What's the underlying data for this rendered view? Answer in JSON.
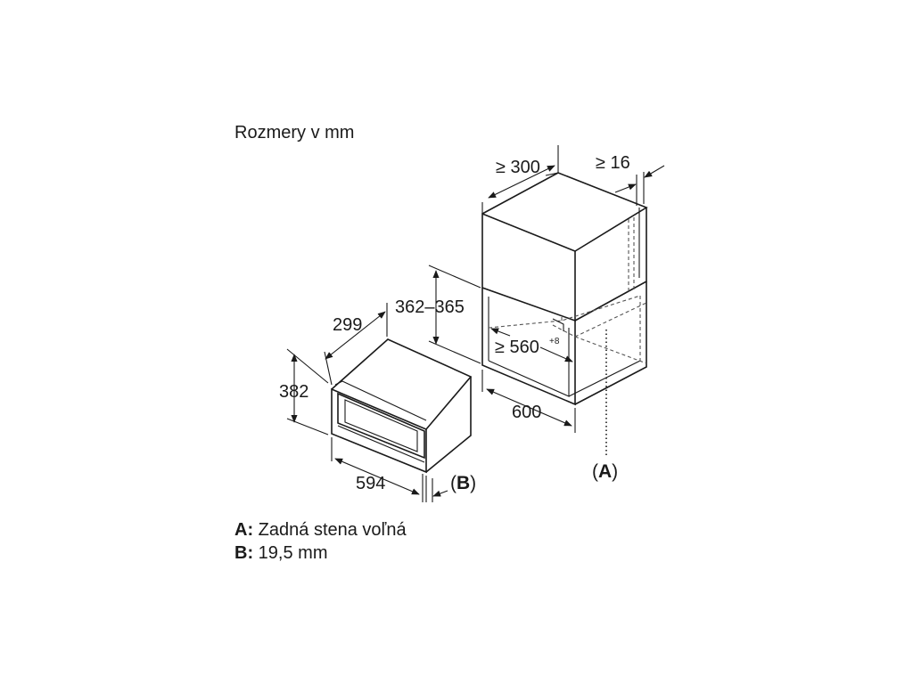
{
  "title": "Rozmery v mm",
  "dimensions": {
    "niche_depth": "≥ 300",
    "gap": "≥ 16",
    "opening_height": "362–365",
    "opening_width": "≥ 560",
    "opening_width_tolerance": "+8",
    "cabinet_width": "600",
    "appliance_depth": "299",
    "appliance_height": "382",
    "appliance_width": "594"
  },
  "callouts": {
    "a": "(A)",
    "b": "(B)",
    "a_letter": "A",
    "b_letter": "B"
  },
  "legend": [
    {
      "key": "A:",
      "text": "Zadná stena voľná"
    },
    {
      "key": "B:",
      "text": "19,5 mm"
    }
  ],
  "colors": {
    "ink": "#1a1a1a",
    "background": "#ffffff"
  }
}
